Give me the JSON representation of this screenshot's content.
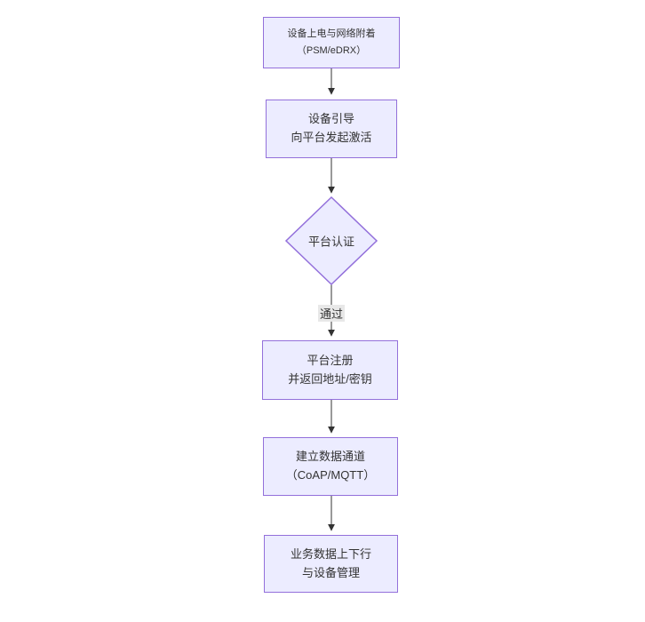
{
  "diagram": {
    "type": "flowchart",
    "direction": "top-to-bottom",
    "nodes": [
      {
        "id": "A",
        "shape": "rect",
        "lines": [
          "设备上电与网络附着",
          "（PSM/eDRX）"
        ]
      },
      {
        "id": "B",
        "shape": "rect",
        "lines": [
          "设备引导",
          "向平台发起激活"
        ]
      },
      {
        "id": "C",
        "shape": "diamond",
        "lines": [
          "平台认证"
        ]
      },
      {
        "id": "D",
        "shape": "rect",
        "lines": [
          "平台注册",
          "并返回地址/密钥"
        ]
      },
      {
        "id": "E",
        "shape": "rect",
        "lines": [
          "建立数据通道",
          "（CoAP/MQTT）"
        ]
      },
      {
        "id": "F",
        "shape": "rect",
        "lines": [
          "业务数据上下行",
          "与设备管理"
        ]
      }
    ],
    "edges": [
      {
        "from": "A",
        "to": "B",
        "label": ""
      },
      {
        "from": "B",
        "to": "C",
        "label": ""
      },
      {
        "from": "C",
        "to": "D",
        "label": "通过"
      },
      {
        "from": "D",
        "to": "E",
        "label": ""
      },
      {
        "from": "E",
        "to": "F",
        "label": ""
      }
    ],
    "colors": {
      "node_fill": "#ECECFF",
      "node_border": "#9370DB",
      "text": "#333333",
      "edge": "#333333",
      "edge_label_bg": "#e8e8e8",
      "background": "#ffffff"
    }
  }
}
